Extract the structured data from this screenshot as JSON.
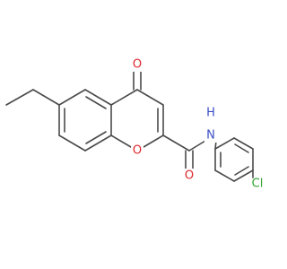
{
  "molecule": {
    "atoms": {
      "o_keto": {
        "text": "O",
        "color": "#e0252b"
      },
      "o_ring": {
        "text": "O",
        "color": "#e0252b"
      },
      "o_amide": {
        "text": "O",
        "color": "#e0252b"
      },
      "n_amide": {
        "text": "N",
        "color": "#3b4fc4"
      },
      "h_amide": {
        "text": "H",
        "color": "#3b4fc4"
      },
      "cl": {
        "text": "Cl",
        "color": "#2ca02c"
      }
    },
    "bond_color": "#4a4a4a"
  }
}
